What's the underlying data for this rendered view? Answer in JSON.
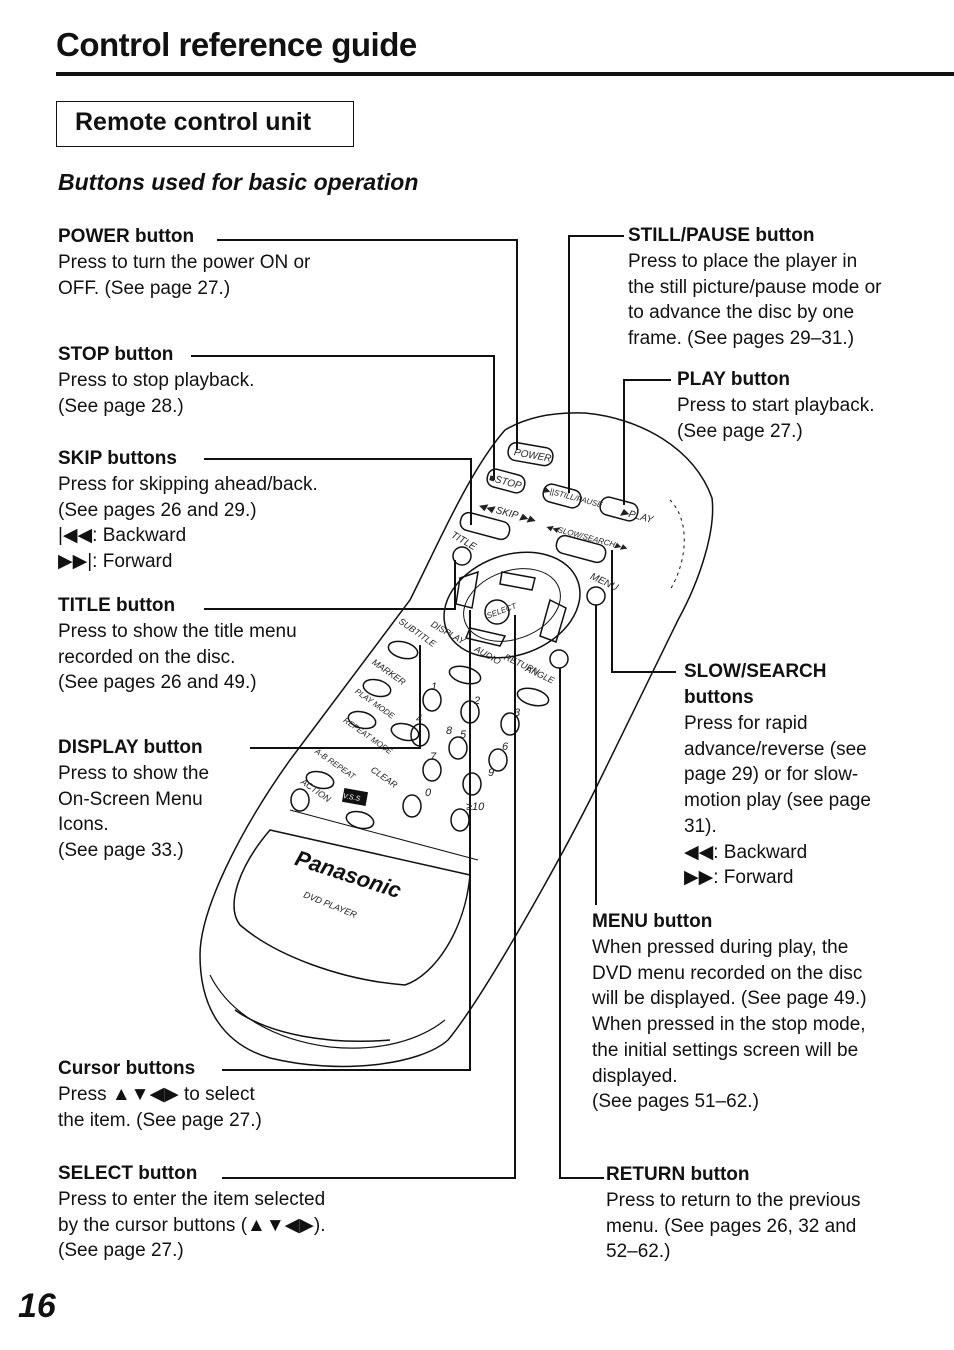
{
  "page_title": "Control reference guide",
  "section_title": "Remote control unit",
  "subheading": "Buttons used for basic operation",
  "page_number": "16",
  "items": {
    "power": {
      "label": "POWER button",
      "lines": [
        "Press to turn the power ON or",
        "OFF. (See page 27.)"
      ]
    },
    "stop": {
      "label": "STOP button",
      "lines": [
        "Press to stop playback.",
        "(See page 28.)"
      ]
    },
    "skip": {
      "label": "SKIP buttons",
      "lines": [
        "Press for skipping ahead/back.",
        "(See pages 26 and 29.)",
        "|◀◀: Backward",
        "▶▶|: Forward"
      ]
    },
    "title": {
      "label": "TITLE button",
      "lines": [
        "Press to show the title menu",
        "recorded on the disc.",
        "(See pages 26 and 49.)"
      ]
    },
    "display": {
      "label": "DISPLAY button",
      "lines": [
        "Press to show the",
        "On-Screen Menu",
        "Icons.",
        "(See page 33.)"
      ]
    },
    "cursor": {
      "label": "Cursor buttons",
      "lines": [
        "Press ▲▼◀▶ to select",
        "the item. (See page 27.)"
      ]
    },
    "select": {
      "label": "SELECT button",
      "lines": [
        "Press to enter the item selected",
        "by the cursor buttons (▲▼◀▶).",
        "(See page 27.)"
      ]
    },
    "still_pause": {
      "label": "STILL/PAUSE button",
      "lines": [
        "Press to place the player in",
        "the still picture/pause mode or",
        "to advance the disc by one",
        "frame. (See pages 29–31.)"
      ]
    },
    "play": {
      "label": "PLAY button",
      "lines": [
        "Press to start playback.",
        "(See page 27.)"
      ]
    },
    "slow_search": {
      "label": [
        "SLOW/SEARCH",
        "buttons"
      ],
      "lines": [
        "Press for rapid",
        "advance/reverse (see",
        "page 29) or for slow-",
        "motion play (see page",
        "31).",
        "◀◀: Backward",
        "▶▶: Forward"
      ]
    },
    "menu": {
      "label": "MENU button",
      "lines": [
        "When pressed during play, the",
        "DVD menu recorded on the disc",
        "will be displayed. (See page 49.)",
        "When pressed in the stop mode,",
        "the initial settings screen will be",
        "displayed.",
        "(See pages 51–62.)"
      ]
    },
    "return": {
      "label": "RETURN button",
      "lines": [
        "Press to return to the previous",
        "menu. (See pages 26, 32 and",
        "52–62.)"
      ]
    }
  },
  "remote": {
    "brand": "Panasonic",
    "model": "DVD PLAYER",
    "keys": {
      "power": "POWER",
      "stop": "■STOP",
      "pause": "▶||STILL/PAUSE",
      "play": "▶PLAY",
      "skip": "◀◀ SKIP ▶▶",
      "slow_search": "◀◀SLOW/SEARCH▶▶",
      "title": "TITLE",
      "menu": "MENU",
      "select": "SELECT",
      "subtitle": "SUBTITLE",
      "display": "DISPLAY",
      "audio": "AUDIO",
      "return": "RETURN",
      "angle": "ANGLE",
      "marker": "MARKER",
      "play_mode": "PLAY MODE",
      "repeat_mode": "REPEAT MODE",
      "ab_repeat": "A-B REPEAT",
      "clear": "CLEAR",
      "action": "ACTION",
      "n1": "1",
      "n2": "2",
      "n3": "3",
      "n4": "4",
      "n5": "5",
      "n6": "6",
      "n7": "7",
      "n8": "8",
      "n9": "9",
      "n0": "0",
      "n10": "≥10",
      "n_vss": "V.S.S"
    }
  }
}
